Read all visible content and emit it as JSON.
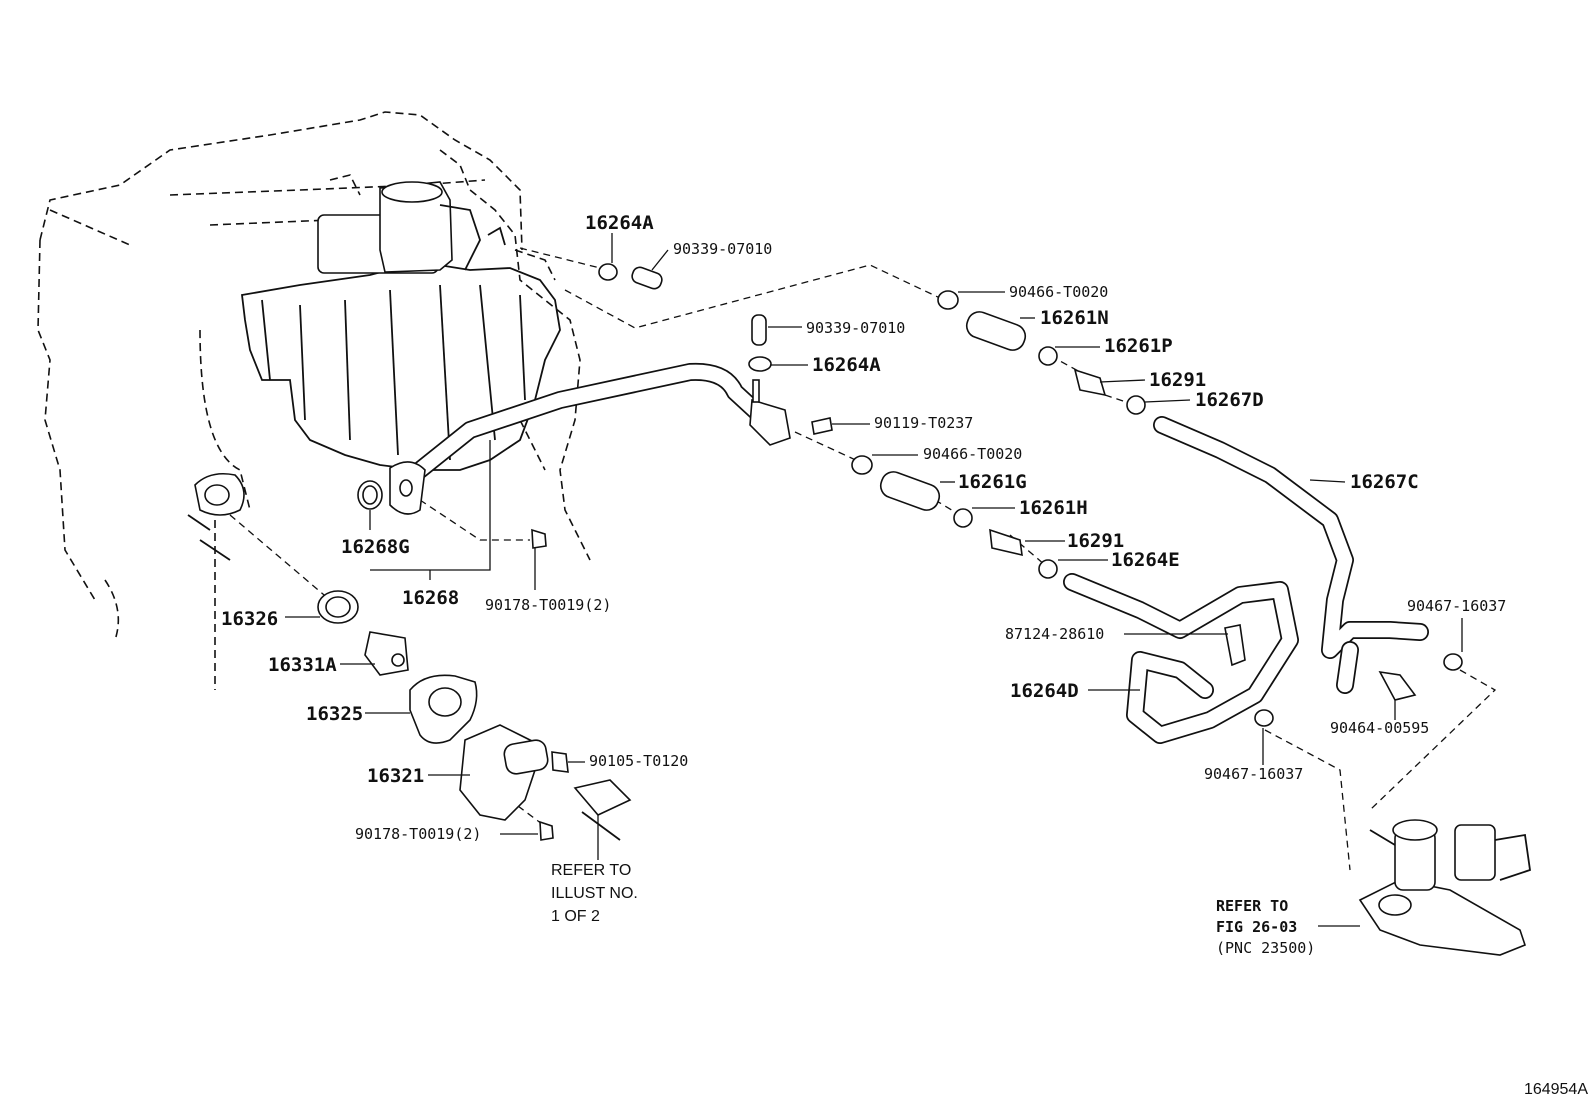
{
  "labels": {
    "p16264A_top": "16264A",
    "p90339_top": "90339-07010",
    "p90466_top": "90466-T0020",
    "p16261N": "16261N",
    "p16261P": "16261P",
    "p16291_top": "16291",
    "p16267D": "16267D",
    "p90339_mid": "90339-07010",
    "p16264A_mid": "16264A",
    "p90119": "90119-T0237",
    "p90466_mid": "90466-T0020",
    "p16261G": "16261G",
    "p16261H": "16261H",
    "p16291_mid": "16291",
    "p16264E": "16264E",
    "p16267C": "16267C",
    "p16268G": "16268G",
    "p16268": "16268",
    "p90178_mid": "90178-T0019(2)",
    "p16326": "16326",
    "p16331A": "16331A",
    "p16325": "16325",
    "p16321": "16321",
    "p90105": "90105-T0120",
    "p90178_low": "90178-T0019(2)",
    "p87124": "87124-28610",
    "p16264D": "16264D",
    "p90467_right": "90467-16037",
    "p90464": "90464-00595",
    "p90467_low": "90467-16037"
  },
  "notes": {
    "refer_illust_1": "REFER TO",
    "refer_illust_2": "ILLUST NO.",
    "refer_illust_3": "1 OF 2",
    "refer_fig_1": "REFER TO",
    "refer_fig_2": "FIG 26-03",
    "refer_fig_3": "(PNC 23500)"
  },
  "figure_id": "164954A"
}
